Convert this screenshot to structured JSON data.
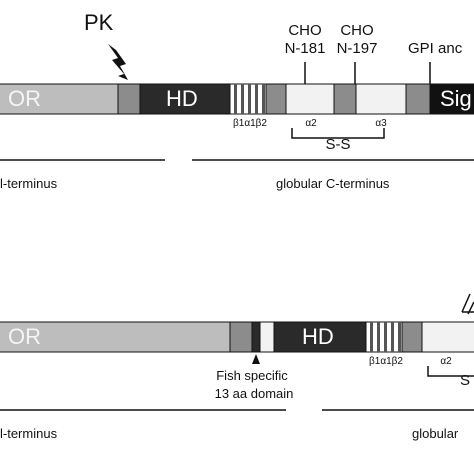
{
  "diagram_top": {
    "pk_label": "PK",
    "or_label": "OR",
    "hd_label": "HD",
    "sig_label": "Sig",
    "cho1_line1": "CHO",
    "cho1_line2": "N-181",
    "cho2_line1": "CHO",
    "cho2_line2": "N-197",
    "gpi_label": "GPI anc",
    "beta_alpha_label": "β1α1β2",
    "alpha2_label": "α2",
    "alpha3_label": "α3",
    "ss_label": "S-S",
    "n_terminus_label": "l-terminus",
    "c_terminus_label": "globular C-terminus"
  },
  "diagram_bottom": {
    "or_label": "OR",
    "hd_label": "HD",
    "beta_alpha_label": "β1α1β2",
    "alpha2_label": "α2",
    "ss_label": "S",
    "fish_line1": "Fish specific",
    "fish_line2": "13 aa domain",
    "n_terminus_label": "l-terminus",
    "c_terminus_label": "globular"
  },
  "colors": {
    "or_fill": "#bdbdbd",
    "hd_fill": "#2a2a2a",
    "mid_gray": "#8c8c8c",
    "light_fill": "#f2f2f2",
    "line": "#111111"
  }
}
